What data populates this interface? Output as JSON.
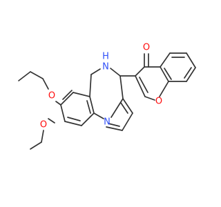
{
  "structure": {
    "atom_labels": {
      "oxygen_ethoxy_upper": "O",
      "oxygen_ethoxy_lower": "O",
      "nitrogen_amine": "N",
      "hydrogen_amine": "H",
      "nitrogen_pyrrole": "N",
      "oxygen_carbonyl": "O",
      "oxygen_ring": "O"
    },
    "colors": {
      "bond": "#333333",
      "oxygen": "#ff0d0d",
      "nitrogen": "#3050f8",
      "background": "#ffffff"
    }
  }
}
